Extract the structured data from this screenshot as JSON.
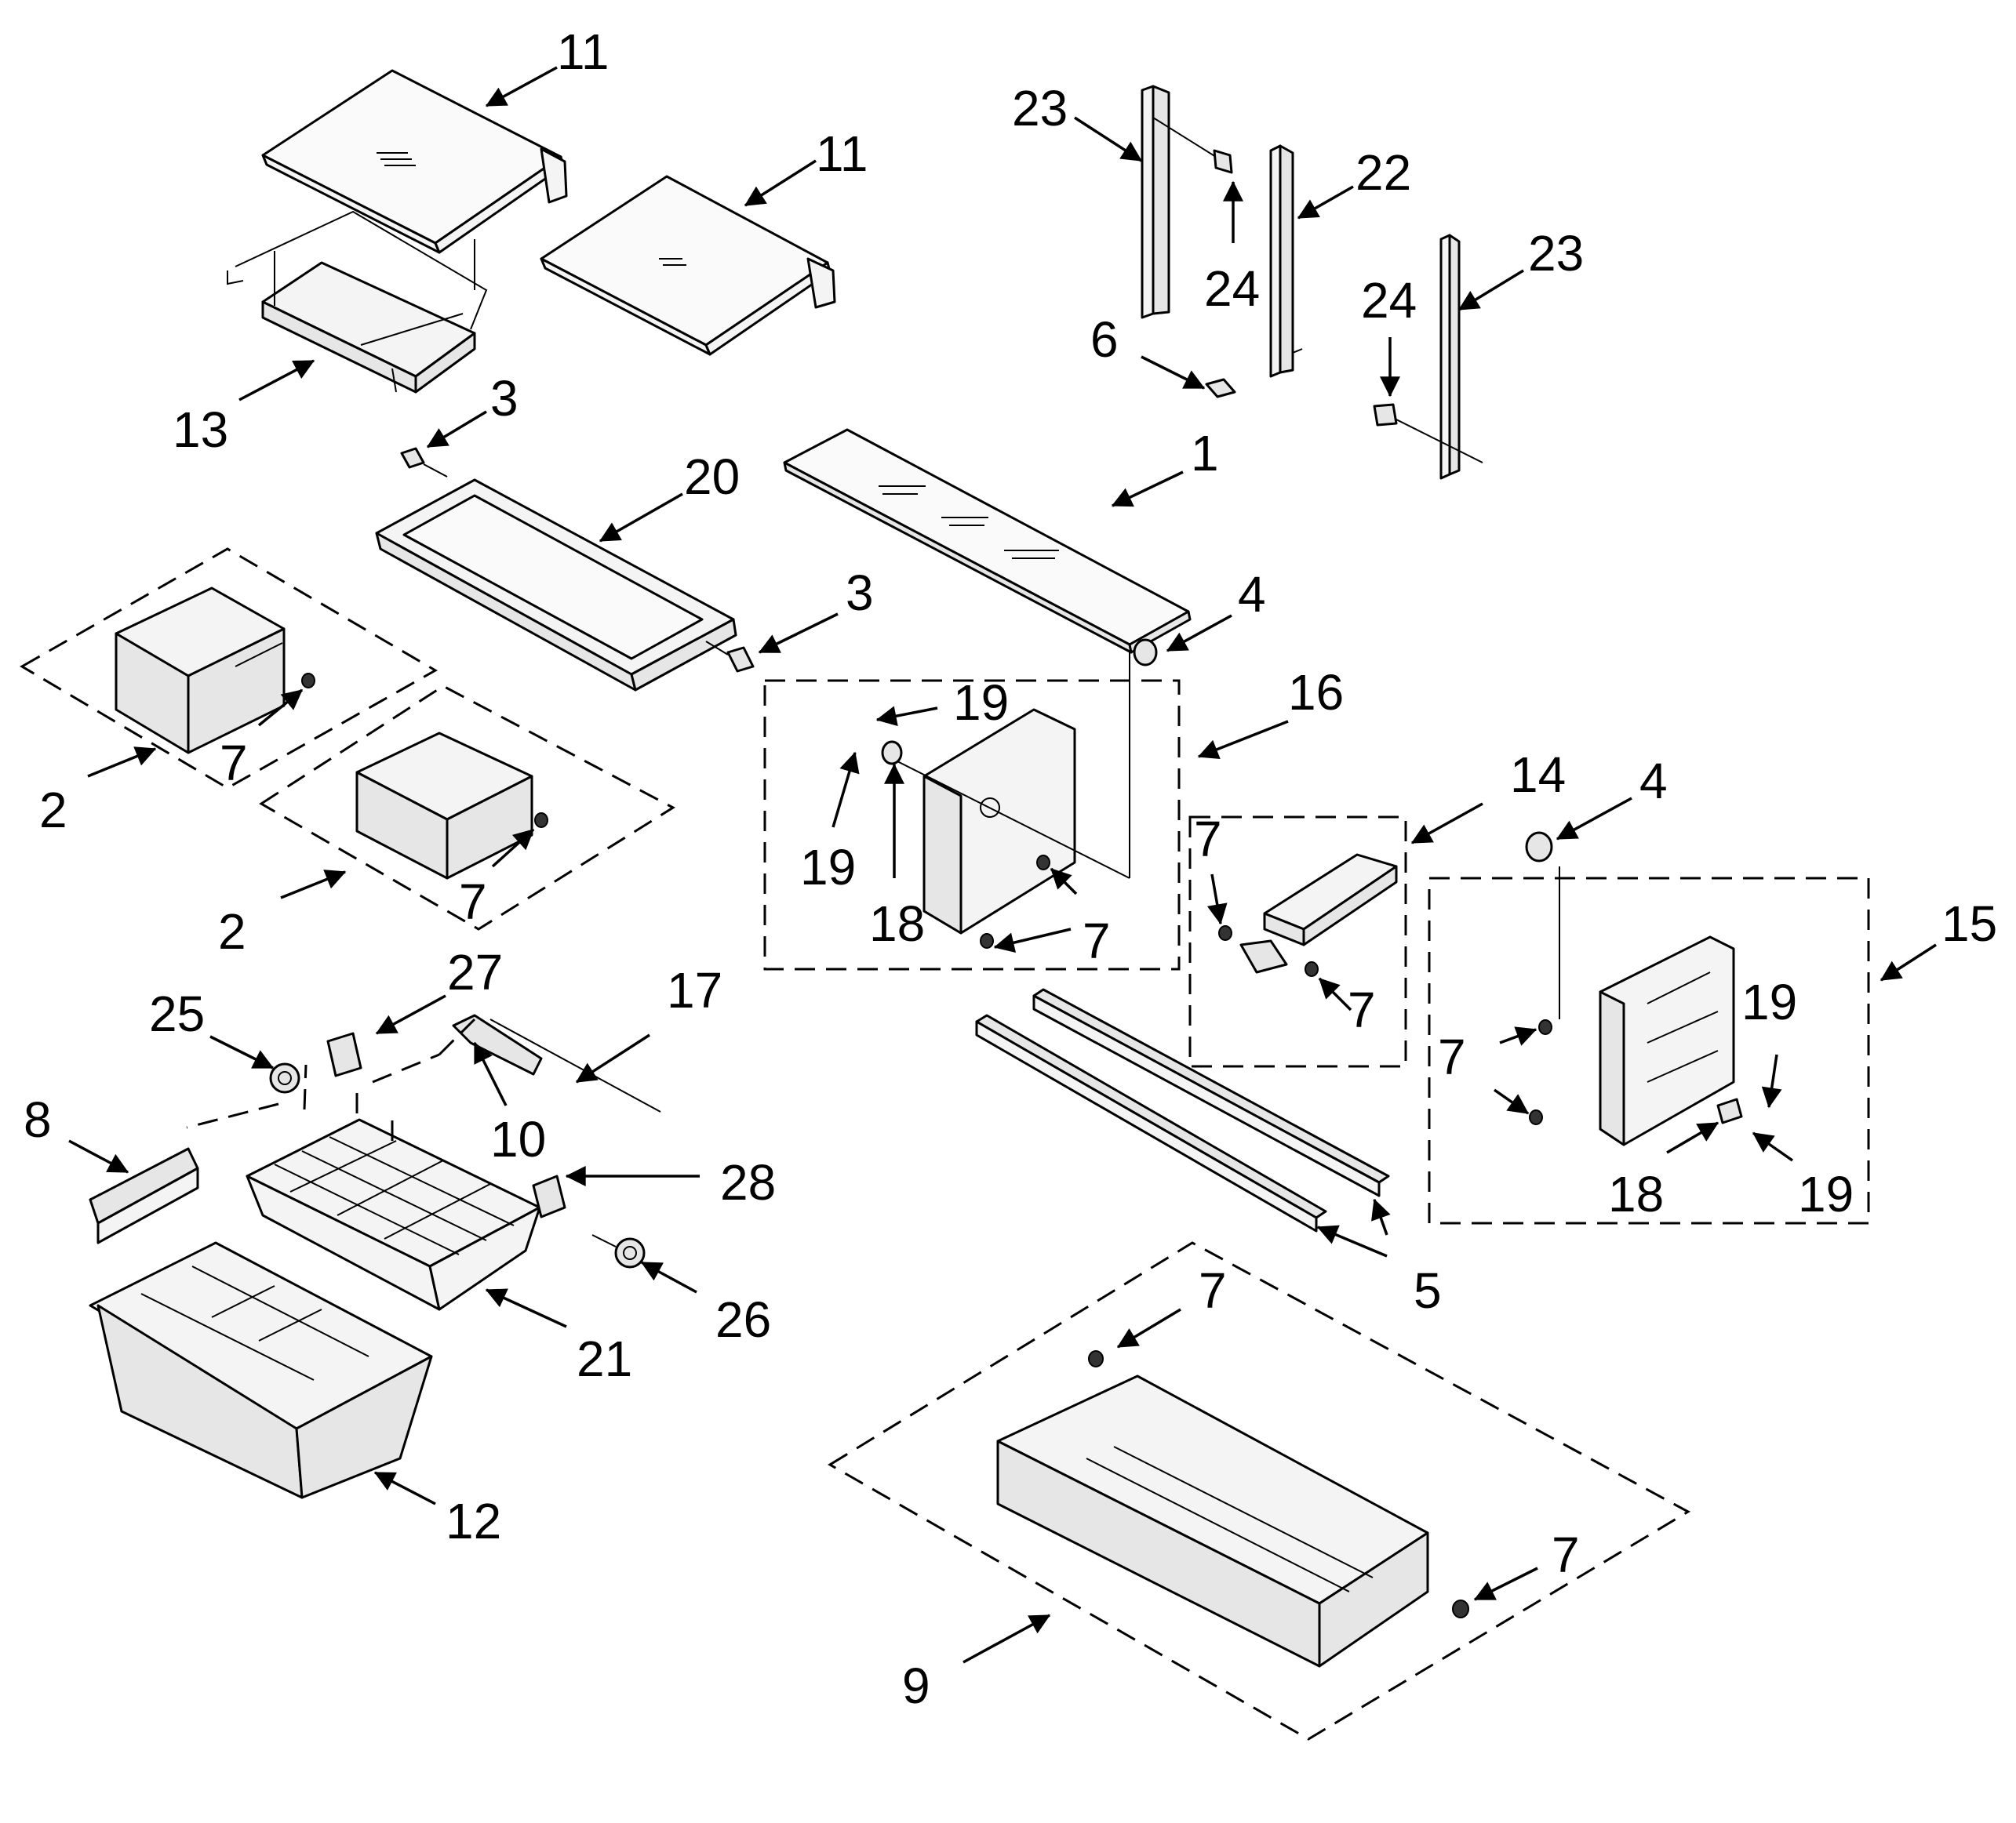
{
  "labels": {
    "l11a": "11",
    "l11b": "11",
    "l13": "13",
    "l3a": "3",
    "l20": "20",
    "l1": "1",
    "l3b": "3",
    "l4a": "4",
    "l23a": "23",
    "l22": "22",
    "l24a": "24",
    "l6": "6",
    "l24b": "24",
    "l23b": "23",
    "l2a": "2",
    "l7a": "7",
    "l2b": "2",
    "l7b": "7",
    "l19a": "19",
    "l19b": "19",
    "l18a": "18",
    "l7c": "7",
    "l16": "16",
    "l14": "14",
    "l7d": "7",
    "l7e": "7",
    "l4b": "4",
    "l15": "15",
    "l7f": "7",
    "l19c": "19",
    "l18b": "18",
    "l19d": "19",
    "l25": "25",
    "l27": "27",
    "l17": "17",
    "l8": "8",
    "l10": "10",
    "l28": "28",
    "l26": "26",
    "l21": "21",
    "l12": "12",
    "l5": "5",
    "l7g": "7",
    "l7h": "7",
    "l9": "9"
  }
}
